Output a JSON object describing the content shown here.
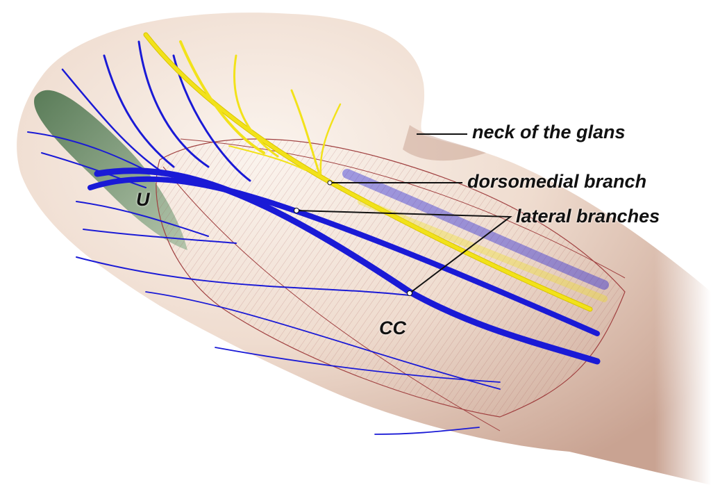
{
  "labels": {
    "neck": "neck of the glans",
    "dorsomedial": "dorsomedial branch",
    "lateral": "lateral branches",
    "urethra": "U",
    "corpus": "CC"
  },
  "colors": {
    "skin": "#e9d2c3",
    "skin_shadow": "#b98e7c",
    "nerve_blue": "#1a1ad6",
    "nerve_yellow": "#f2e21a",
    "urethra_green": "#4f7a50",
    "corpus_red": "#a04040"
  }
}
